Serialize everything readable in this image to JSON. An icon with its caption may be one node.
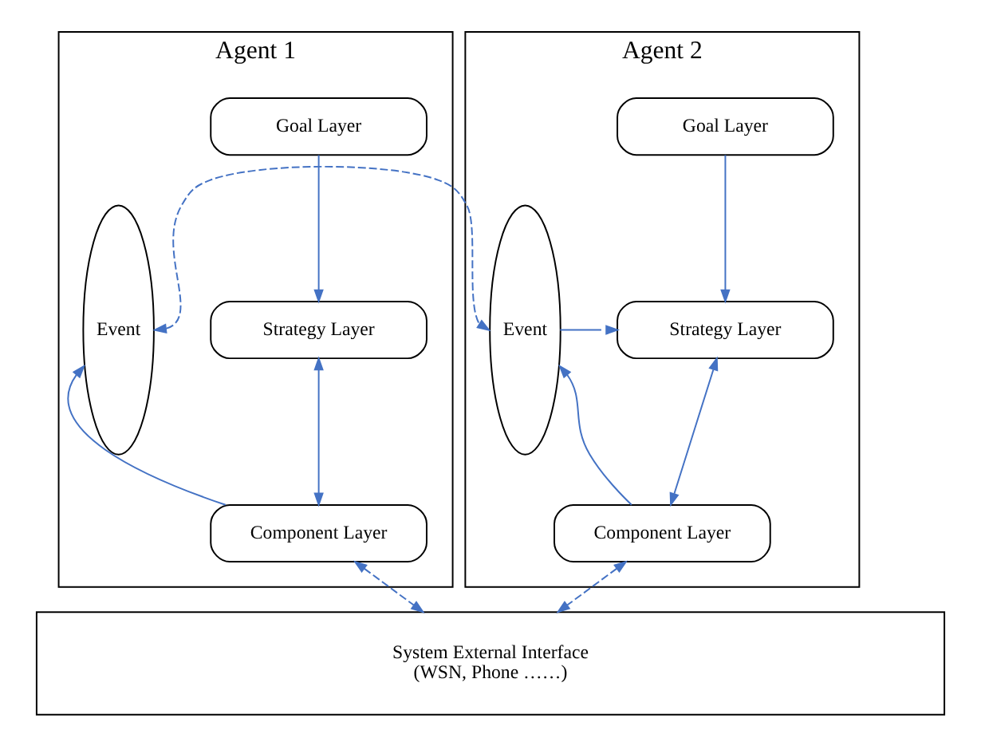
{
  "diagram": {
    "nodes": [
      {
        "text": [
          "Agent 1"
        ]
      },
      {
        "text": [
          "Goal Layer"
        ],
        "in": 0
      },
      {
        "text": [
          "Strategy Layer"
        ],
        "in": 0
      },
      {
        "text": [
          "Component Layer"
        ],
        "in": 0
      },
      {
        "text": [
          "Event"
        ],
        "in": 0
      },
      {
        "text": [
          "Agent 2"
        ]
      },
      {
        "text": [
          "Event"
        ],
        "in": 5
      },
      {
        "text": [
          "Goal Layer"
        ],
        "in": 5
      },
      {
        "text": [
          "Strategy Layer"
        ],
        "in": 5
      },
      {
        "text": [
          "Component Layer"
        ],
        "in": 5
      },
      {
        "text": [
          "System External Interface",
          "(WSN, Phone ……)"
        ]
      }
    ],
    "edges": [
      {
        "from": 1,
        "to": 2,
        "arrow": "to"
      },
      {
        "from": 2,
        "to": 3,
        "arrow": "both"
      },
      {
        "from": 3,
        "to": 4,
        "arrow": "to"
      },
      {
        "from": 4,
        "to": 6,
        "arrow": "both",
        "style": "dashed"
      },
      {
        "from": 6,
        "to": 8,
        "arrow": "to"
      },
      {
        "from": 7,
        "to": 8,
        "arrow": "to"
      },
      {
        "from": 8,
        "to": 9,
        "arrow": "both"
      },
      {
        "from": 9,
        "to": 6,
        "arrow": "to"
      },
      {
        "from": 3,
        "to": 10,
        "arrow": "both",
        "style": "dashed"
      },
      {
        "from": 9,
        "to": 10,
        "arrow": "both",
        "style": "dashed"
      }
    ]
  }
}
